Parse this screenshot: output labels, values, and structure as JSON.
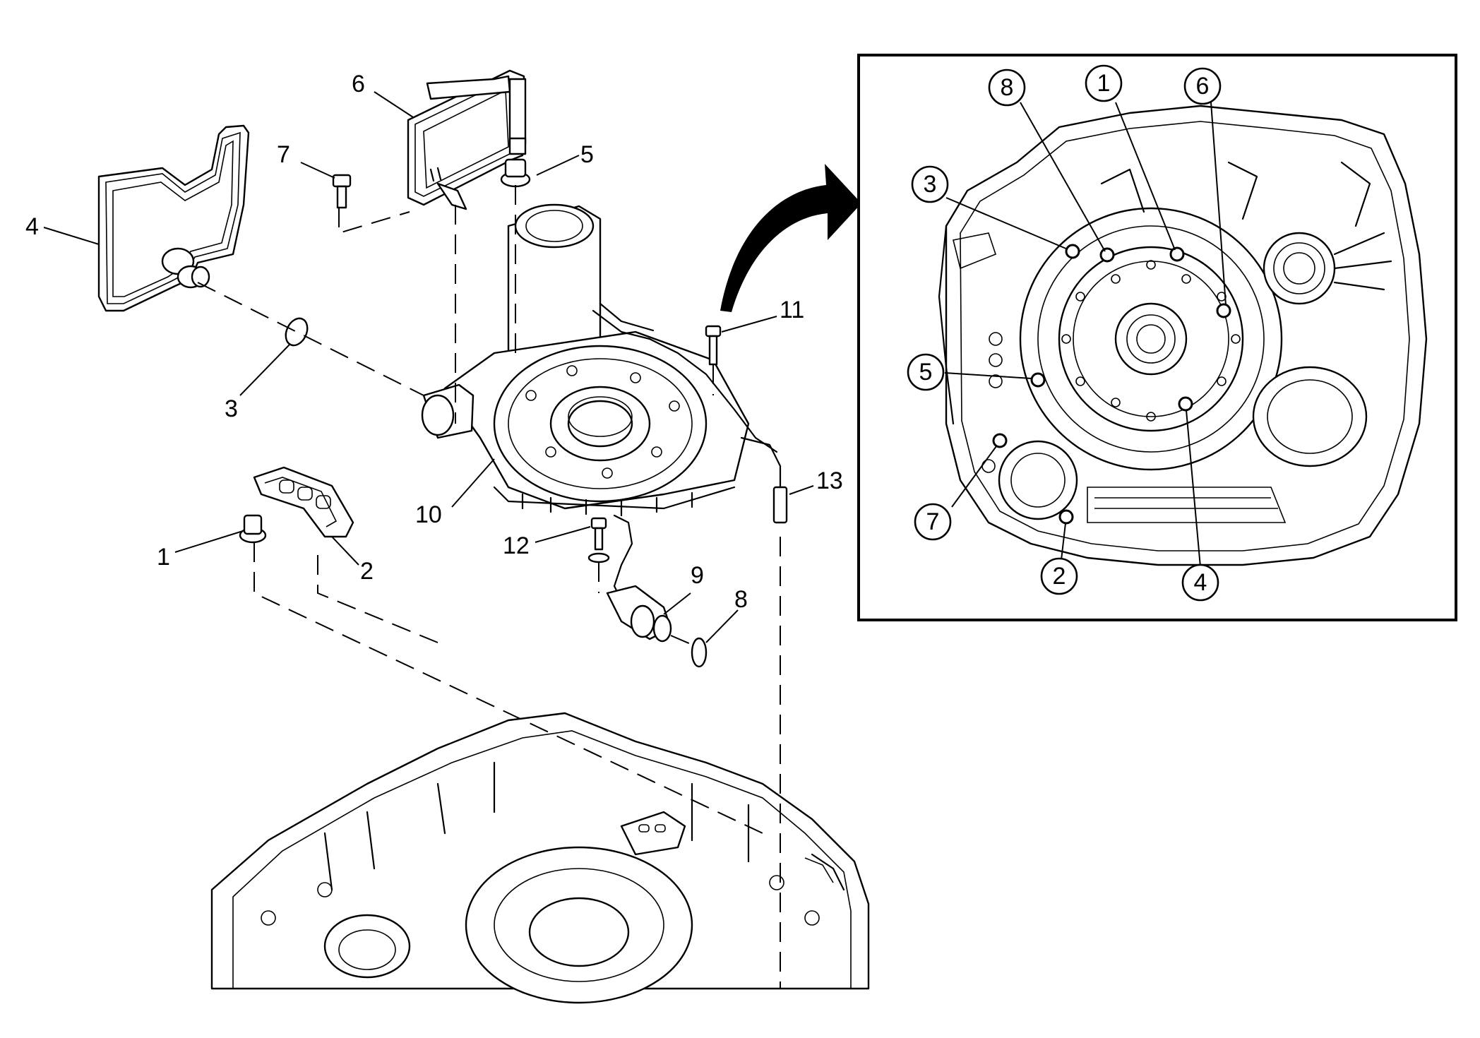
{
  "exploded_view": {
    "callouts": [
      "1",
      "2",
      "3",
      "4",
      "5",
      "6",
      "7",
      "8",
      "9",
      "10",
      "11",
      "12",
      "13"
    ]
  },
  "inset_view": {
    "callouts": [
      "1",
      "2",
      "3",
      "4",
      "5",
      "6",
      "7",
      "8"
    ]
  }
}
